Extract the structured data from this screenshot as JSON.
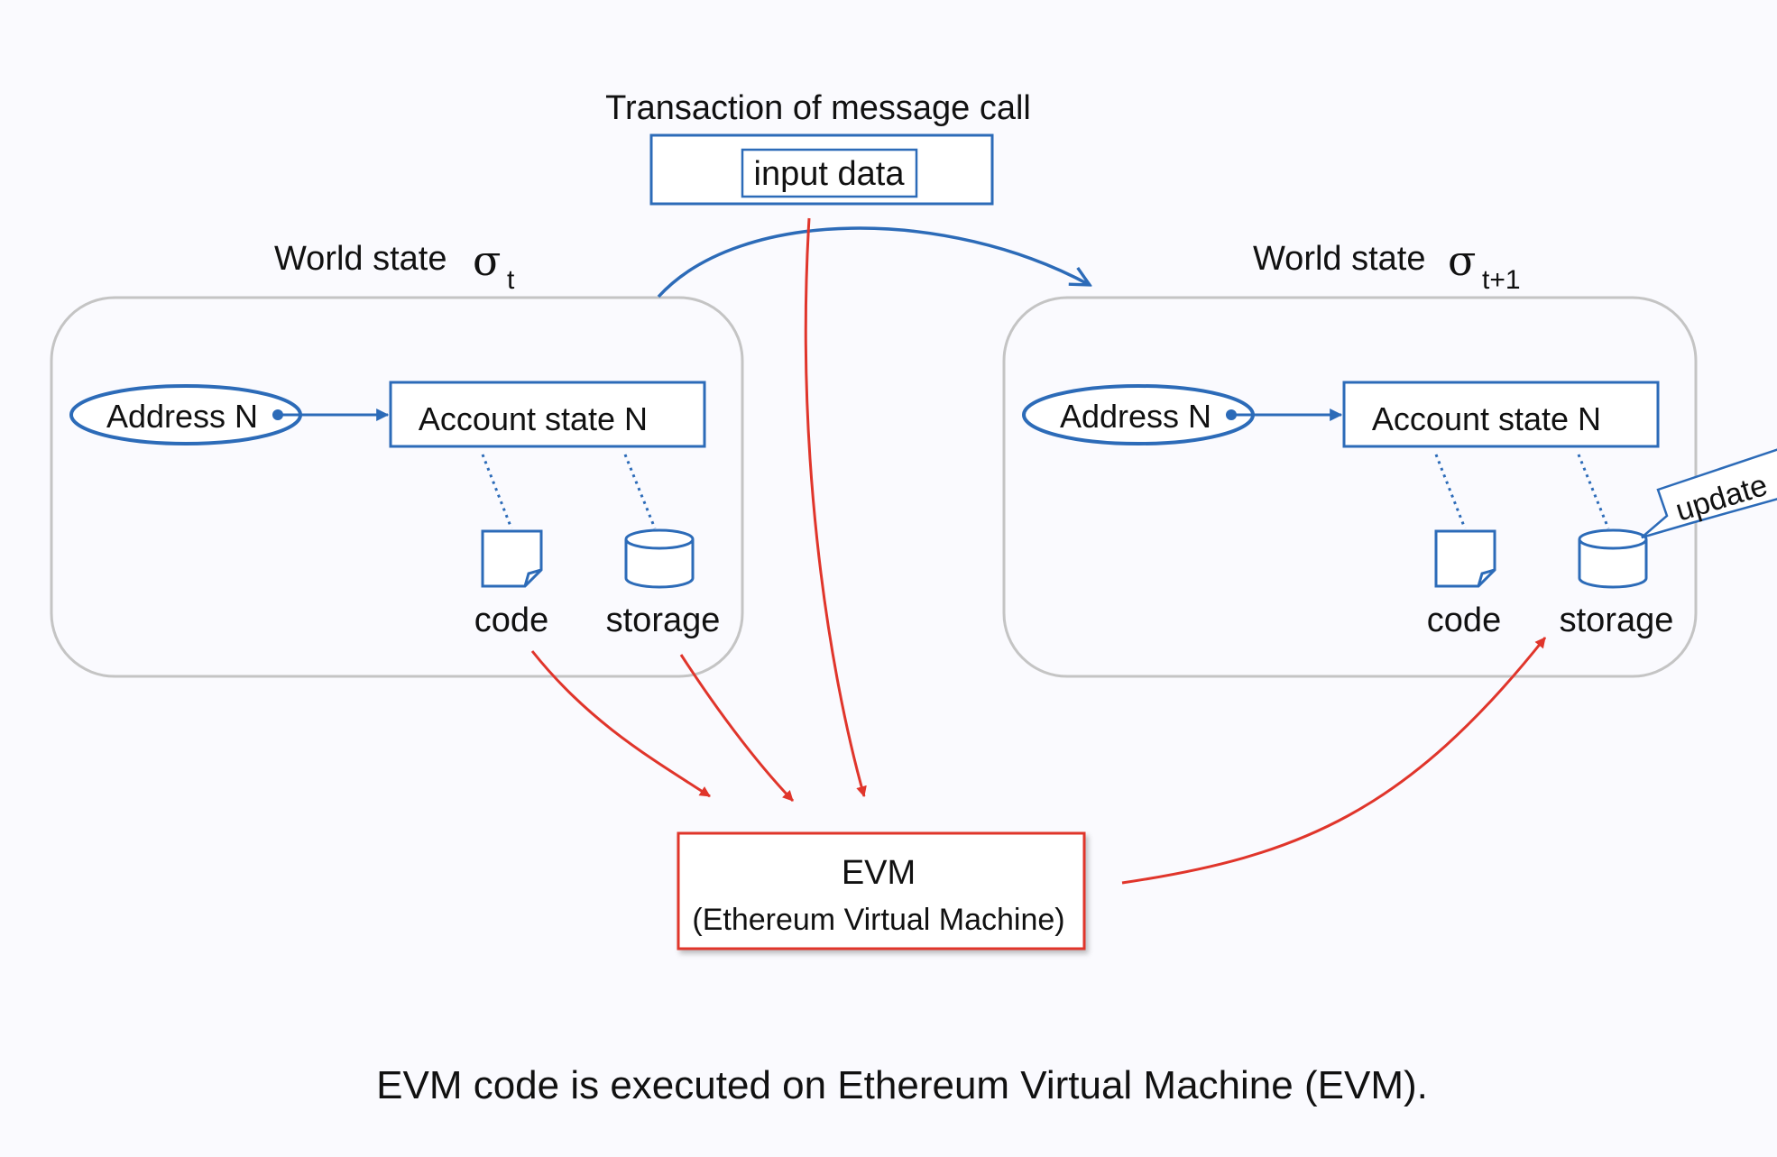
{
  "transaction": {
    "title": "Transaction of message call",
    "input_label": "input data"
  },
  "world_state_t": {
    "label": "World state",
    "sigma": "σ",
    "subscript": "t",
    "address": "Address N",
    "account": "Account state N",
    "code": "code",
    "storage": "storage"
  },
  "world_state_t1": {
    "label": "World state",
    "sigma": "σ",
    "subscript": "t+1",
    "address": "Address N",
    "account": "Account state N",
    "code": "code",
    "storage": "storage",
    "callout": "update"
  },
  "evm": {
    "title": "EVM",
    "subtitle": "(Ethereum Virtual Machine)"
  },
  "caption": "EVM code is executed on Ethereum Virtual Machine (EVM).",
  "colors": {
    "background": "#fafafe",
    "blue": "#2c6bb8",
    "red": "#e0352b",
    "gray": "#c4c4c4",
    "text": "#111111"
  }
}
